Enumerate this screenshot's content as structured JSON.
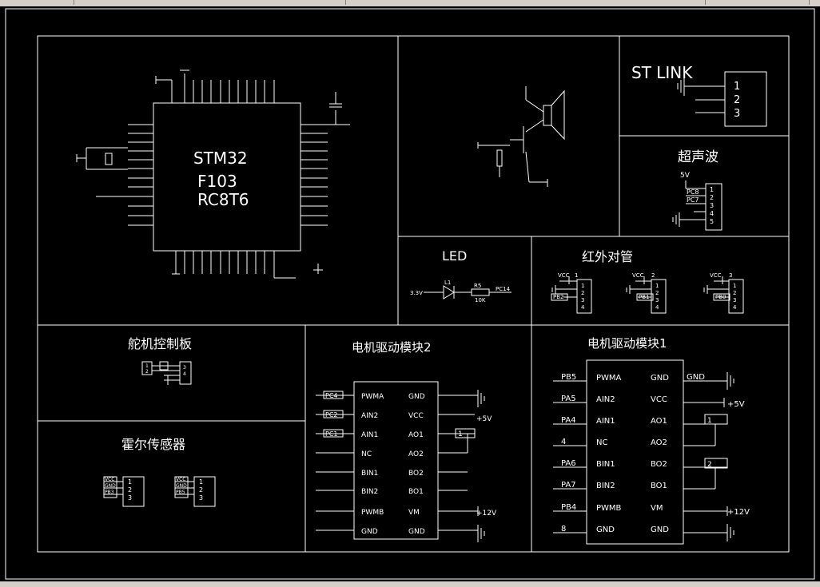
{
  "mcu": {
    "name_line1": "STM32",
    "name_line2": "F103",
    "name_line3": "RC8T6"
  },
  "stlink": {
    "title": "ST LINK",
    "pins": [
      "1",
      "2",
      "3"
    ]
  },
  "ultrasonic": {
    "title": "超声波",
    "supply": "5V",
    "nets": [
      "PC8",
      "PC7"
    ],
    "pins": [
      "1",
      "2",
      "3",
      "4",
      "5"
    ]
  },
  "led": {
    "title": "LED",
    "supply": "3.3V",
    "diode_ref": "L1",
    "resistor_ref": "R5",
    "resistor_value": "10K",
    "net": "PC14"
  },
  "ir": {
    "title": "红外对管",
    "units": [
      {
        "vcc": "VCC",
        "index": "1",
        "net": "PB2",
        "pins": [
          "1",
          "2",
          "3",
          "4"
        ]
      },
      {
        "vcc": "VCC",
        "index": "2",
        "net": "PB1",
        "pins": [
          "1",
          "2",
          "3",
          "4"
        ]
      },
      {
        "vcc": "VCC",
        "index": "3",
        "net": "PB0",
        "pins": [
          "1",
          "2",
          "3",
          "4"
        ]
      }
    ]
  },
  "servo": {
    "title": "舵机控制板",
    "pins": [
      "1",
      "2",
      "3",
      "4"
    ]
  },
  "hall": {
    "title": "霍尔传感器",
    "units": [
      {
        "labels": [
          "VCC",
          "GND",
          "PB3"
        ],
        "pins": [
          "1",
          "2",
          "3"
        ]
      },
      {
        "labels": [
          "VCC",
          "GND",
          "PB5"
        ],
        "pins": [
          "1",
          "2",
          "3"
        ]
      }
    ]
  },
  "driver2": {
    "title": "电机驱动模块2",
    "nets_left": [
      "PC4",
      "PC2",
      "PC1"
    ],
    "left_pins": [
      "PWMA",
      "AIN2",
      "AIN1",
      "NC",
      "BIN1",
      "BIN2",
      "PWMB",
      "GND"
    ],
    "right_pins": [
      "GND",
      "VCC",
      "AO1",
      "AO2",
      "BO2",
      "BO1",
      "VM",
      "GND"
    ],
    "vcc_label": "+5V",
    "vm_label": "+12V",
    "motor_label": "1"
  },
  "driver1": {
    "title": "电机驱动模块1",
    "left_nets": [
      "PB5",
      "PA5",
      "PA4",
      "4",
      "PA6",
      "PA7",
      "PB4",
      "8"
    ],
    "left_pins": [
      "PWMA",
      "AIN2",
      "AIN1",
      "NC",
      "BIN1",
      "BIN2",
      "PWMB",
      "GND"
    ],
    "right_pins": [
      "GND",
      "VCC",
      "AO1",
      "AO2",
      "BO2",
      "BO1",
      "VM",
      "GND"
    ],
    "gnd_label": "GND",
    "vcc_label": "+5V",
    "vm_label": "+12V",
    "motor_labels": [
      "1",
      "2"
    ]
  },
  "colors": {
    "background": "#000000",
    "lines": "#ffffff",
    "chrome": "#d4d0c8"
  }
}
